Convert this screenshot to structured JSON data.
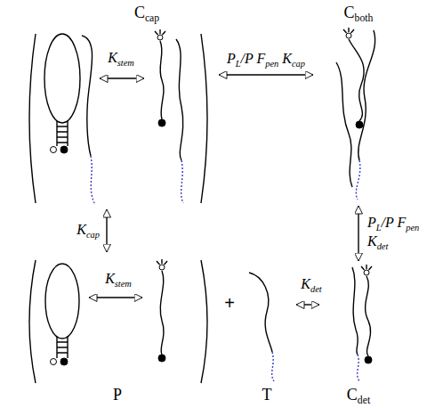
{
  "diagram": {
    "nodes": [
      {
        "text": [
          "Ccap"
        ]
      },
      {
        "text": [
          "Cboth"
        ]
      },
      {
        "text": [
          "P"
        ]
      },
      {
        "text": [
          "T"
        ]
      },
      {
        "text": [
          "Cdet"
        ]
      }
    ],
    "edges": [
      {
        "from": 0,
        "to": 1,
        "label": "PL/P Fpen Kcap",
        "arrow": "both"
      },
      {
        "from": 0,
        "to": 2,
        "label": "Kcap",
        "arrow": "both"
      },
      {
        "from": 1,
        "to": 4,
        "label": "PL/P Fpen Kdet",
        "arrow": "both"
      },
      {
        "from": 3,
        "to": 4,
        "label": "Kdet",
        "arrow": "both"
      }
    ],
    "labels": [
      "Kstem",
      "Kstem",
      "+"
    ]
  }
}
